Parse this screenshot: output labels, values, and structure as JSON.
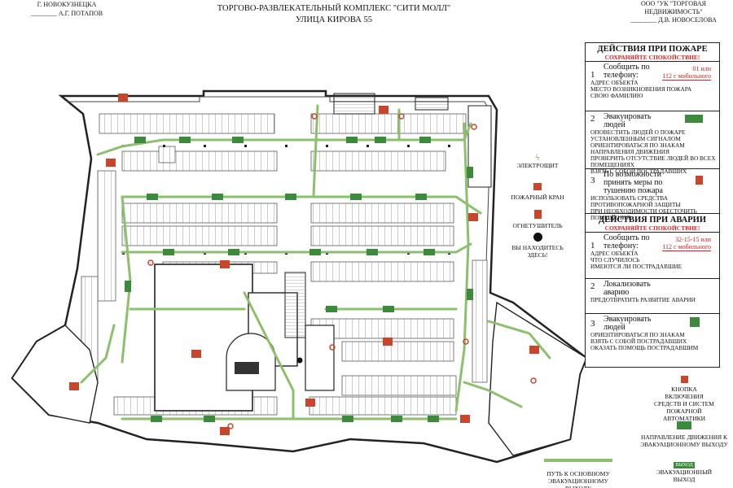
{
  "header_left": {
    "line1": "Г. НОВОКУЗНЕЦКА",
    "line2": "________ А.Г. ПОТАПОВ"
  },
  "header_right": {
    "line1": "ООО \"УК \"ТОРГОВАЯ",
    "line2": "НЕДВИЖИМОСТЬ\"",
    "line3": "________ Д.В. НОВОСЕЛОВА"
  },
  "title": {
    "line1": "ТОРГОВО-РАЗВЛЕКАТЕЛЬНЫЙ КОМПЛЕКС \"СИТИ МОЛЛ\"",
    "line2": "УЛИЦА КИРОВА 55"
  },
  "legend": {
    "electro": "ЭЛЕКТРОЩИТ",
    "hydrant": "ПОЖАРНЫЙ КРАН",
    "extinguisher": "ОГНЕТУШИТЕЛЬ",
    "you_are_here": "ВЫ НАХОДИТЕСЬ ЗДЕСЬ!",
    "button": "КНОПКА ВКЛЮЧЕНИЯ СРЕДСТВ И СИСТЕМ ПОЖАРНОЙ АВТОМАТИКИ",
    "direction": "НАПРАВЛЕНИЕ ДВИЖЕНИЯ К ЭВАКУАЦИОННОМУ ВЫХОДУ",
    "path": "ПУТЬ К ОСНОВНОМУ ЭВАКУАЦИОННОМУ ВЫХОДУ",
    "exit_sign": "ВЫХОД",
    "exit": "ЭВАКУАЦИОННЫЙ ВЫХОД"
  },
  "fire": {
    "title": "ДЕЙСТВИЯ ПРИ ПОЖАРЕ",
    "subtitle": "СОХРАНЯЙТЕ СПОКОЙСТВИЕ!",
    "step1": {
      "num": "1",
      "label": "Сообщить по телефону:",
      "phone1": "01 или",
      "phone2": "112 с мобильного",
      "bullets": [
        "АДРЕС ОБЪЕКТА",
        "МЕСТО ВОЗНИКНОВЕНИЯ ПОЖАРА",
        "СВОЮ ФАМИЛИЮ"
      ]
    },
    "step2": {
      "num": "2",
      "label": "Эвакуировать людей",
      "bullets": [
        "ОПОВЕСТИТЬ ЛЮДЕЙ О ПОЖАРЕ УСТАНОВЛЕННЫМ СИГНАЛОМ",
        "ОРИЕНТИРОВАТЬСЯ ПО ЗНАКАМ НАПРАВЛЕНИЯ ДВИЖЕНИЯ",
        "ПРОВЕРИТЬ ОТСУТСТВИЕ ЛЮДЕЙ ВО ВСЕХ ПОМЕЩЕНИЯХ",
        "ВЗЯТЬ С СОБОЙ ПОСТРАДАВШИХ"
      ]
    },
    "step3": {
      "num": "3",
      "label": "По возможности принять меры по тушению пожара",
      "bullets": [
        "ИСПОЛЬЗОВАТЬ СРЕДСТВА ПРОТИВОПОЖАРНОЙ ЗАЩИТЫ",
        "ПРИ НЕОБХОДИМОСТИ ОБЕСТОЧИТЬ ПОМЕЩЕНИЯ"
      ]
    }
  },
  "accident": {
    "title": "ДЕЙСТВИЯ ПРИ АВАРИИ",
    "subtitle": "СОХРАНЯЙТЕ СПОКОЙСТВИЕ!",
    "step1": {
      "num": "1",
      "label": "Сообщить по телефону:",
      "phone1": "32-15-15 или",
      "phone2": "112 с мобильного",
      "bullets": [
        "АДРЕС ОБЪЕКТА",
        "ЧТО СЛУЧИЛОСЬ",
        "ИМЕЮТСЯ ЛИ ПОСТРАДАВШИЕ"
      ]
    },
    "step2": {
      "num": "2",
      "label": "Локализовать аварию",
      "bullets": [
        "ПРЕДОТВРАТИТЬ РАЗВИТИЕ АВАРИИ"
      ]
    },
    "step3": {
      "num": "3",
      "label": "Эвакуировать людей",
      "bullets": [
        "ОРИЕНТИРОВАТЬСЯ ПО ЗНАКАМ",
        "ВЗЯТЬ С СОБОЙ ПОСТРАДАВШИХ",
        "ОКАЗАТЬ ПОМОЩЬ ПОСТРАДАВШИМ"
      ]
    }
  },
  "colors": {
    "path": "#8cc06c",
    "exit_green": "#3c8a3c",
    "fire_red": "#c8462c",
    "text_red": "#cc2222"
  }
}
